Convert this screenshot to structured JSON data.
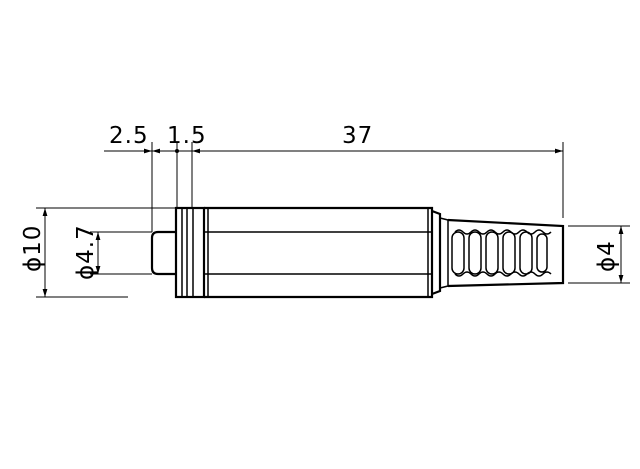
{
  "dimensions": {
    "pin_length": "2.5",
    "collar_length": "1.5",
    "body_length": "37",
    "outer_diameter": "ϕ10",
    "pin_diameter": "ϕ4.7",
    "cable_diameter": "ϕ4"
  }
}
